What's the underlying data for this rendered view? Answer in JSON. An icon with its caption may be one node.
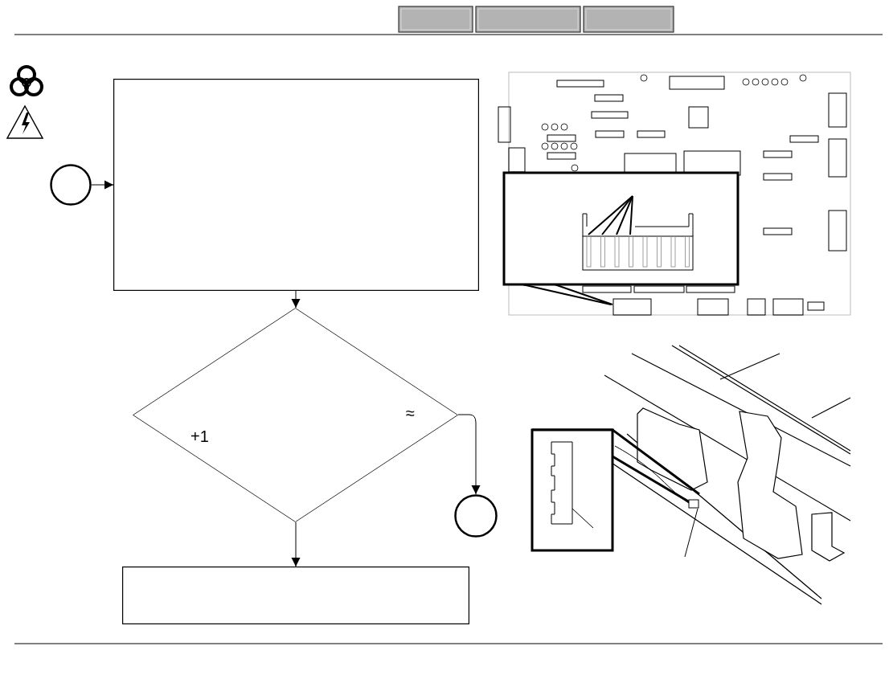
{
  "diagram": {
    "nodes": [
      {
        "text": [],
        "shape": "circle"
      },
      {
        "text": [],
        "shape": "box"
      },
      {
        "text": [
          "≈",
          "+1"
        ]
      },
      {
        "text": [],
        "shape": "circle"
      },
      {
        "text": [],
        "shape": "box"
      }
    ],
    "edges": [
      {
        "from": 0,
        "to": 1,
        "arrow": "to"
      },
      {
        "from": 1,
        "to": 2,
        "arrow": "to"
      },
      {
        "from": 2,
        "to": 3,
        "arrow": "to"
      },
      {
        "from": 2,
        "to": 4,
        "arrow": "to"
      }
    ]
  }
}
